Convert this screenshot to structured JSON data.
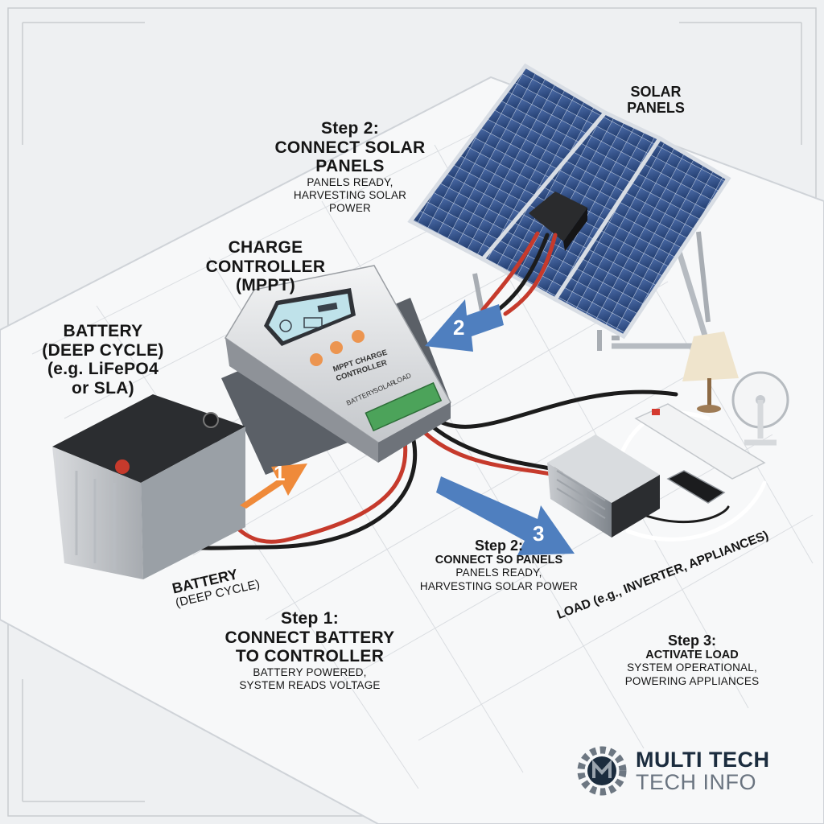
{
  "labels": {
    "solar_panels": [
      "SOLAR",
      "PANELS"
    ],
    "step2_top": {
      "step": "Step 2:",
      "title": [
        "CONNECT SOLAR",
        "PANELS"
      ],
      "desc": [
        "PANELS READY,",
        "HARVESTING SOLAR",
        "POWER"
      ]
    },
    "charge_controller": [
      "CHARGE",
      "CONTROLLER",
      "(MPPT)"
    ],
    "battery_top": [
      "BATTERY",
      "(DEEP CYCLE)",
      "(e.g. LiFePO4",
      "or SLA)"
    ],
    "battery_bottom": [
      "BATTERY",
      "(DEEP CYCLE)"
    ],
    "step2_mid": {
      "step": "Step 2:",
      "title": "CONNECT SO PANELS",
      "desc": [
        "PANELS READY,",
        "HARVESTING SOLAR POWER"
      ]
    },
    "step1": {
      "step": "Step 1:",
      "title": [
        "CONNECT BATTERY",
        "TO CONTROLLER"
      ],
      "desc": [
        "BATTERY POWERED,",
        "SYSTEM READS VOLTAGE"
      ]
    },
    "load": "LOAD (e.g., INVERTER, APPLIANCES)",
    "step3": {
      "step": "Step 3:",
      "title": "ACTIVATE LOAD",
      "desc": [
        "SYSTEM OPERATIONAL,",
        "POWERING APPLIANCES"
      ]
    }
  },
  "controller": {
    "name": [
      "MPPT CHARGE",
      "CONTROLLER"
    ],
    "terminals": [
      "BATTERY",
      "SOLAR",
      "LOAD"
    ]
  },
  "arrows": [
    "1",
    "2",
    "3"
  ],
  "logo": {
    "line1": "MULTI TECH",
    "line2": "TECH INFO"
  },
  "colors": {
    "arrow_orange": "#ef8a3a",
    "arrow_blue": "#4f7fbf",
    "panel_blue": "#2f4f86",
    "terminal_green": "#4ca35a",
    "wire_red": "#c63a2c",
    "wire_black": "#1c1c1c",
    "logo_dark": "#1b2c3e"
  }
}
